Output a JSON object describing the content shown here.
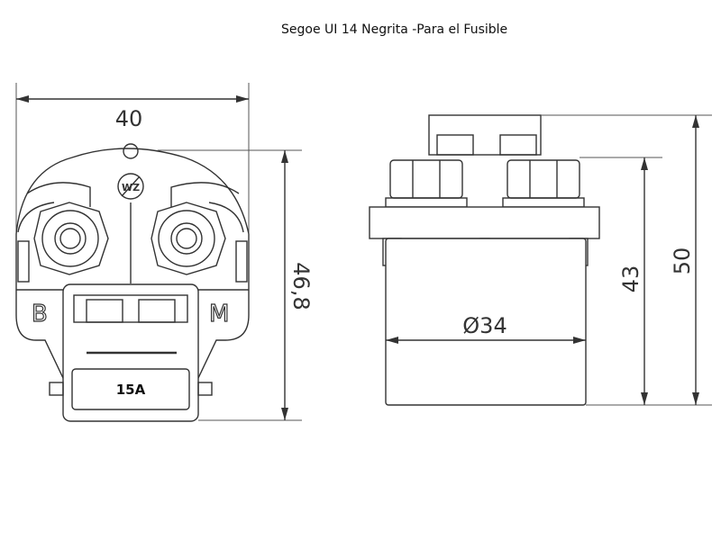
{
  "title": "Segoe UI 14 Negrita -Para el Fusible",
  "front_view": {
    "width_dim": "40",
    "height_dim": "46,8",
    "terminal_left": "B",
    "terminal_right": "M",
    "fuse_label": "15A",
    "logo_text": "WZ"
  },
  "side_view": {
    "diameter_dim": "Ø34",
    "body_height_dim": "43",
    "total_height_dim": "50"
  }
}
